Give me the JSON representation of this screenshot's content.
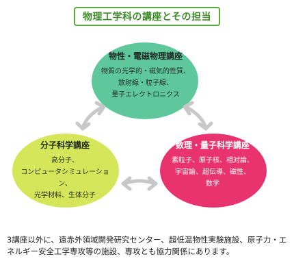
{
  "title": "物理工学科の講座とその担当",
  "colors": {
    "title_green": "#5aa83a",
    "ellipse_top": "#5ec89c",
    "ellipse_left": "#d6e65a",
    "ellipse_right": "#e8336e",
    "arrows": "#c8c8c8"
  },
  "courses": {
    "top": {
      "name": "物性・電磁物理講座",
      "lines": [
        "物質の光学的・磁気的性質、",
        "放射線・粒子線、",
        "量子エレクトロニクス"
      ]
    },
    "left": {
      "name": "分子科学講座",
      "lines": [
        "高分子、",
        "コンピュータシミュレーション、",
        "光学材料、生体分子"
      ]
    },
    "right": {
      "name": "数理・量子科学講座",
      "lines": [
        "素粒子、原子核、相対論、",
        "宇宙論、超伝導、磁性、",
        "数学"
      ]
    }
  },
  "footnote": "3講座以外に、遠赤外領域開発研究センター、超低温物性実験施設、原子力・エネルギー安全工学専攻等の施設、専攻とも協力関係にあります。"
}
